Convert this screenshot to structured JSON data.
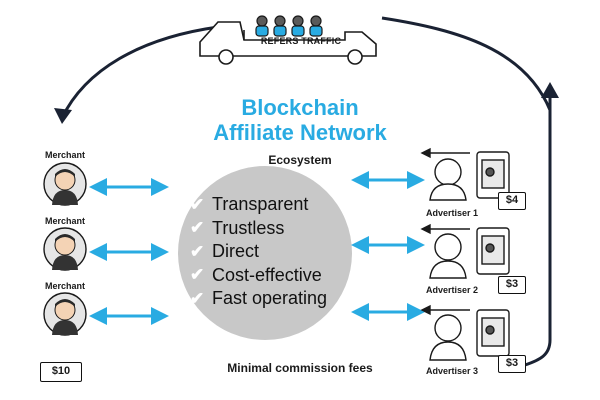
{
  "title_line1": "Blockchain",
  "title_line2": "Affiliate Network",
  "subtitle": "Ecosystem",
  "footer": "Minimal commission fees",
  "truck_label": "REFERS TRAFFIC",
  "features": [
    "Transparent",
    "Trustless",
    "Direct",
    "Cost-effective",
    "Fast operating"
  ],
  "check_glyph": "✔",
  "merchants": [
    "Merchant",
    "Merchant",
    "Merchant"
  ],
  "merchant_payment": "$10",
  "advertisers": [
    {
      "label": "Advertiser 1",
      "payment": "$4"
    },
    {
      "label": "Advertiser 2",
      "payment": "$3"
    },
    {
      "label": "Advertiser 3",
      "payment": "$3"
    }
  ],
  "colors": {
    "accent": "#29abe2",
    "circle": "#c8c8c8",
    "ink": "#1a1a1a"
  }
}
